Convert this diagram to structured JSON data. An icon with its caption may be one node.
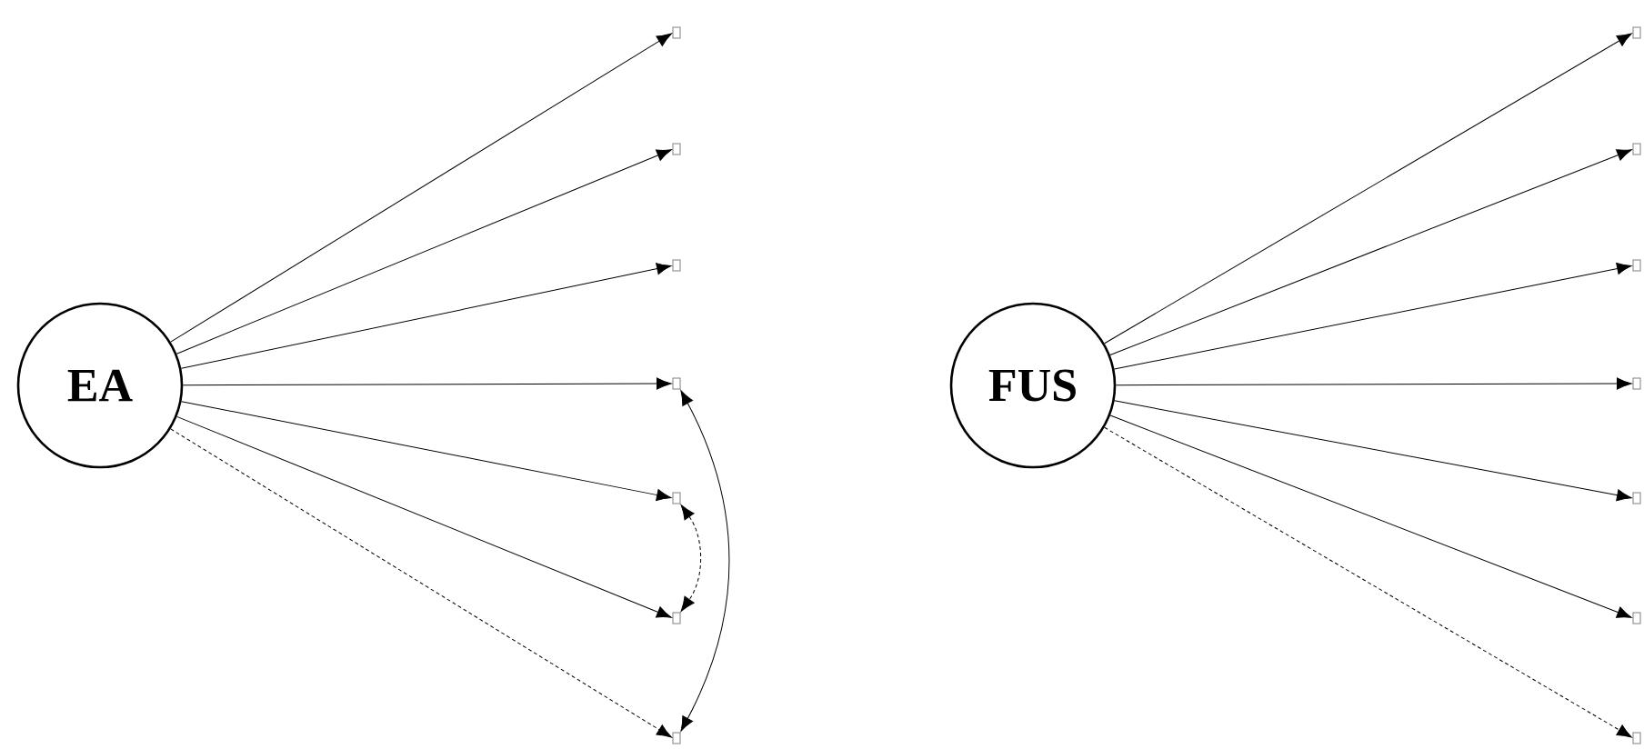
{
  "diagram": {
    "nodes": [
      {
        "text": [
          "EA"
        ]
      },
      {
        "text": [],
        "shape": "box"
      },
      {
        "text": [],
        "shape": "box"
      },
      {
        "text": [],
        "shape": "box"
      },
      {
        "text": [],
        "shape": "box"
      },
      {
        "text": [],
        "shape": "box"
      },
      {
        "text": [],
        "shape": "box"
      },
      {
        "text": [],
        "shape": "box"
      },
      {
        "text": [
          "FUS"
        ]
      },
      {
        "text": [],
        "shape": "box"
      },
      {
        "text": [],
        "shape": "box"
      },
      {
        "text": [],
        "shape": "box"
      },
      {
        "text": [],
        "shape": "box"
      },
      {
        "text": [],
        "shape": "box"
      },
      {
        "text": [],
        "shape": "box"
      },
      {
        "text": [],
        "shape": "box"
      }
    ],
    "edges": [
      {
        "from": 0,
        "to": 1,
        "arrow": "to"
      },
      {
        "from": 0,
        "to": 2,
        "arrow": "to"
      },
      {
        "from": 0,
        "to": 3,
        "arrow": "to"
      },
      {
        "from": 0,
        "to": 4,
        "arrow": "to"
      },
      {
        "from": 0,
        "to": 5,
        "arrow": "to"
      },
      {
        "from": 0,
        "to": 6,
        "arrow": "to"
      },
      {
        "from": 0,
        "to": 7,
        "arrow": "to",
        "style": "dashed"
      },
      {
        "from": 4,
        "to": 7,
        "arrow": "both"
      },
      {
        "from": 5,
        "to": 6,
        "arrow": "both",
        "style": "dashed"
      },
      {
        "from": 8,
        "to": 9,
        "arrow": "to"
      },
      {
        "from": 8,
        "to": 10,
        "arrow": "to"
      },
      {
        "from": 8,
        "to": 11,
        "arrow": "to"
      },
      {
        "from": 8,
        "to": 12,
        "arrow": "to"
      },
      {
        "from": 8,
        "to": 13,
        "arrow": "to"
      },
      {
        "from": 8,
        "to": 14,
        "arrow": "to"
      },
      {
        "from": 8,
        "to": 15,
        "arrow": "to",
        "style": "dashed"
      }
    ]
  }
}
